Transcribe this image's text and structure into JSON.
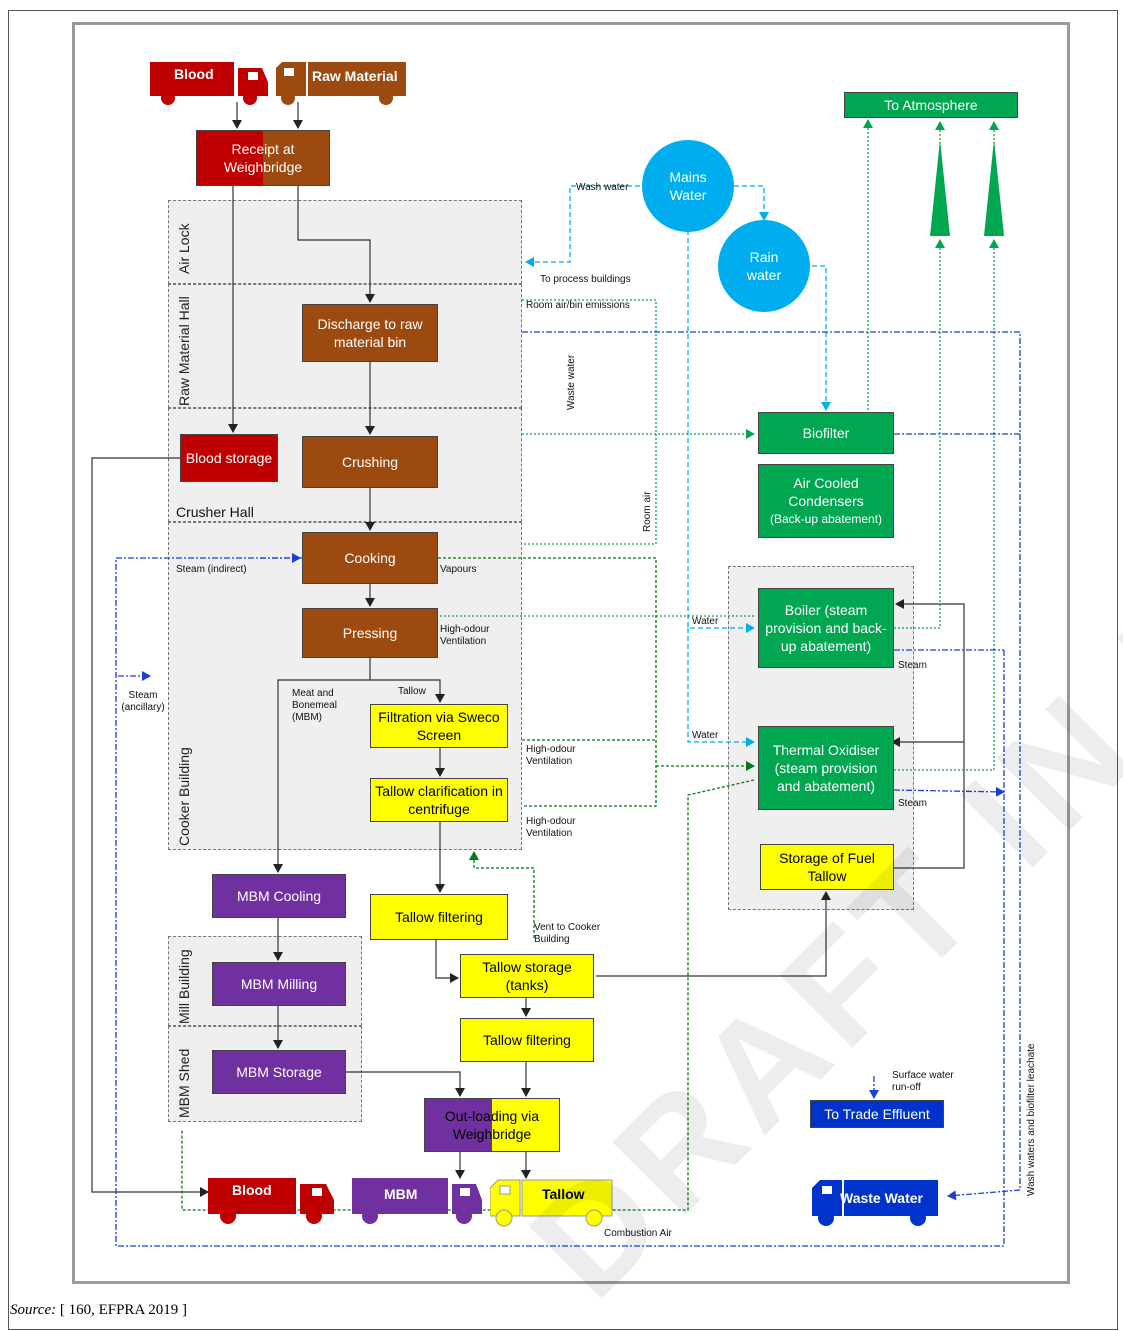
{
  "zones": {
    "air_lock": "Air Lock",
    "raw_material_hall": "Raw Material Hall",
    "crusher_hall": "Crusher Hall",
    "cooker_building": "Cooker Building",
    "mill_building": "Mill Building",
    "mbm_shed": "MBM Shed"
  },
  "trucks": {
    "blood_in": "Blood",
    "raw_material": "Raw Material",
    "blood_out": "Blood",
    "mbm_out": "MBM",
    "tallow_out": "Tallow",
    "waste_water": "Waste Water"
  },
  "boxes": {
    "weighbridge": "Receipt at Weighbridge",
    "discharge": "Discharge to raw material bin",
    "crushing": "Crushing",
    "blood_storage": "Blood storage",
    "cooking": "Cooking",
    "pressing": "Pressing",
    "filtration": "Filtration via Sweco Screen",
    "clarification": "Tallow clarification in centrifuge",
    "tallow_filtering_1": "Tallow filtering",
    "tallow_storage": "Tallow storage (tanks)",
    "tallow_filtering_2": "Tallow filtering",
    "outloading": "Out-loading via Weighbridge",
    "mbm_cooling": "MBM Cooling",
    "mbm_milling": "MBM Milling",
    "mbm_storage": "MBM Storage",
    "to_atmosphere": "To Atmosphere",
    "biofilter": "Biofilter",
    "condensers": "Air Cooled Condensers",
    "condensers_note": "(Back-up abatement)",
    "boiler": "Boiler (steam provision and back-up abatement)",
    "oxidiser": "Thermal Oxidiser (steam provision and abatement)",
    "fuel_tallow": "Storage of Fuel Tallow",
    "trade_effluent": "To Trade Effluent"
  },
  "circles": {
    "mains_water": "Mains Water",
    "rain_water": "Rain water"
  },
  "labels": {
    "wash_water": "Wash water",
    "to_process": "To process buildings",
    "room_air_bin": "Room air/bin emissions",
    "waste_water_v": "Waste water",
    "room_air_v": "Room air",
    "steam_indirect": "Steam (indirect)",
    "vapours": "Vapours",
    "high_odour_1": "High-odour Ventilation",
    "high_odour_2": "High-odour Ventilation",
    "high_odour_3": "High-odour Ventilation",
    "steam_ancillary": "Steam (ancillary)",
    "mbm_label": "Meat and Bonemeal (MBM)",
    "tallow_label": "Tallow",
    "water_1": "Water",
    "water_2": "Water",
    "steam_1": "Steam",
    "steam_2": "Steam",
    "vent_cooker": "Vent to Cooker Building",
    "combustion_air": "Combustion Air",
    "surface_water": "Surface water run-off",
    "wash_leachate": "Wash waters and biofilter leachate"
  },
  "source": {
    "prefix": "Source:",
    "text": " [ 160, EFPRA 2019 ]"
  },
  "watermark": "DRAFT IN PROGRESS",
  "colors": {
    "brown": "#9c4a10",
    "red": "#c00000",
    "green": "#00a650",
    "yellow": "#ffff00",
    "purple": "#7030a0",
    "blue": "#0033cc",
    "water": "#00aeef"
  }
}
